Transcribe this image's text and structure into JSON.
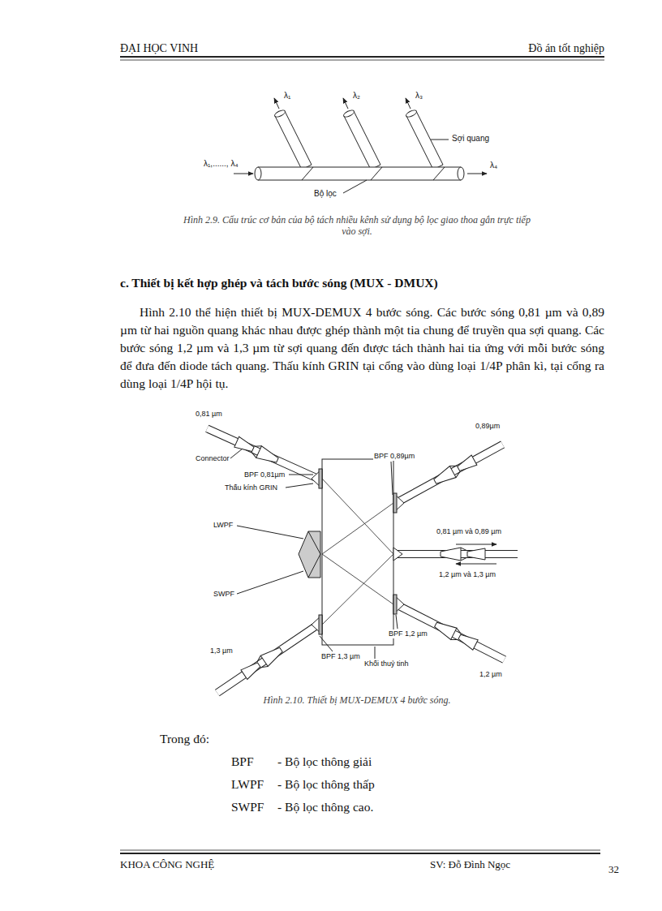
{
  "diagram": {
    "title": "c. Thiết bị kết hợp ghép và tách bước sóng (MUX - DMUX)",
    "caption": "Hình 2.10. Thiết bị MUX-DEMUX 4 bước sóng.",
    "labels": [
      "ĐẠI HỌC VINH",
      "Đồ án tốt nghiệp",
      "λ₁",
      "λ₂",
      "λ₃",
      "Sợi quang",
      "λ₁,......, λ₄",
      "λ₄",
      "Bộ lọc",
      "Hình 2.9. Cấu trúc cơ bản của bộ tách nhiều kênh sử dụng bộ lọc giao thoa gắn trực tiếp vào sợi.",
      "Hình 2.10 thể hiện thiết bị MUX-DEMUX 4 bước sóng. Các bước sóng 0,81 µm và 0,89 µm từ hai nguồn quang khác nhau được ghép thành một tia chung để truyền qua sợi quang. Các bước sóng 1,2 µm và 1,3 µm từ sợi quang đến được tách thành hai tia ứng với mỗi bước sóng để đưa đến diode tách quang. Thấu kính GRIN tại cổng vào dùng loại 1/4P phân kì, tại cổng ra dùng loại 1/4P hội tụ.",
      "0,81 µm",
      "Connector",
      "BPF 0,81µm",
      "Thấu kính GRIN",
      "BPF 0,89µm",
      "0,89µm",
      "LWPF",
      "0,81 µm và 0,89 µm",
      "1,2 µm và 1,3 µm",
      "SWPF",
      "BPF 1,2 µm",
      "1,2 µm",
      "1,3 µm",
      "BPF 1,3 µm",
      "Khối thuỷ tinh",
      "Trong đó:",
      "BPF",
      "- Bộ lọc thông giải",
      "LWPF",
      "- Bộ lọc thông thấp",
      "SWPF",
      "- Bộ lọc thông cao.",
      "KHOA CÔNG NGHỆ",
      "SV: Đỗ Đình Ngọc",
      "32"
    ]
  }
}
